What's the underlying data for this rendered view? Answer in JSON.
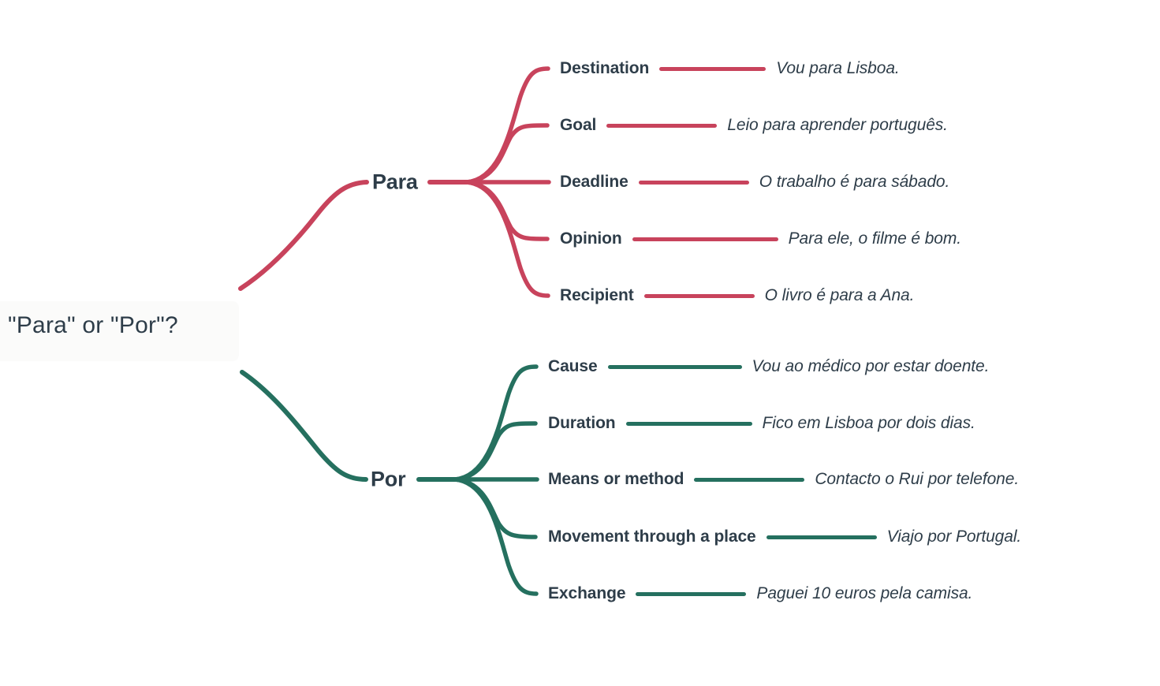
{
  "diagram": {
    "type": "mind-map",
    "title": "\"Para\" or \"Por\"?",
    "background_color": "#ffffff",
    "root_card_color": "#fbfbfa",
    "text_color": "#2e3d49",
    "root": {
      "label": "\"Para\" or \"Por\"?"
    },
    "branches": [
      {
        "id": "para",
        "label": "Para",
        "color": "#c8435c",
        "items": [
          {
            "title": "Destination",
            "example": "Vou para Lisboa.",
            "rule_width": 135
          },
          {
            "title": "Goal",
            "example": "Leio para aprender português.",
            "rule_width": 140
          },
          {
            "title": "Deadline",
            "example": "O trabalho é para sábado.",
            "rule_width": 140
          },
          {
            "title": "Opinion",
            "example": "Para ele, o filme é bom.",
            "rule_width": 185
          },
          {
            "title": "Recipient",
            "example": "O livro é para a Ana.",
            "rule_width": 140
          }
        ]
      },
      {
        "id": "por",
        "label": "Por",
        "color": "#25705f",
        "items": [
          {
            "title": "Cause",
            "example": "Vou ao médico por estar doente.",
            "rule_width": 170
          },
          {
            "title": "Duration",
            "example": "Fico em Lisboa por dois dias.",
            "rule_width": 160
          },
          {
            "title": "Means or method",
            "example": "Contacto o Rui por telefone.",
            "rule_width": 140
          },
          {
            "title": "Movement through a place",
            "example": "Viajo por Portugal.",
            "rule_width": 140
          },
          {
            "title": "Exchange",
            "example": "Paguei 10 euros pela camisa.",
            "rule_width": 140
          }
        ]
      }
    ]
  }
}
